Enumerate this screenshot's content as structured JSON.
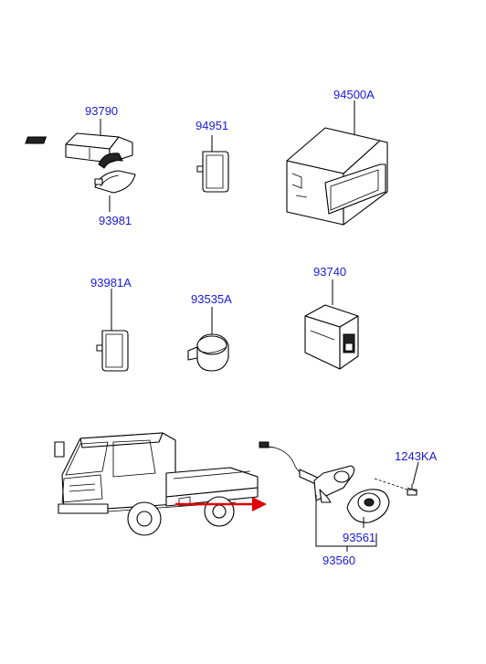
{
  "labels": {
    "p93790": "93790",
    "p93981": "93981",
    "p94951": "94951",
    "p94500A": "94500A",
    "p93981A": "93981A",
    "p93535A": "93535A",
    "p93740": "93740",
    "p1243KA": "1243KA",
    "p93561": "93561",
    "p93560": "93560"
  },
  "colors": {
    "label": "#1a1ad6",
    "arrow": "#e00000"
  }
}
